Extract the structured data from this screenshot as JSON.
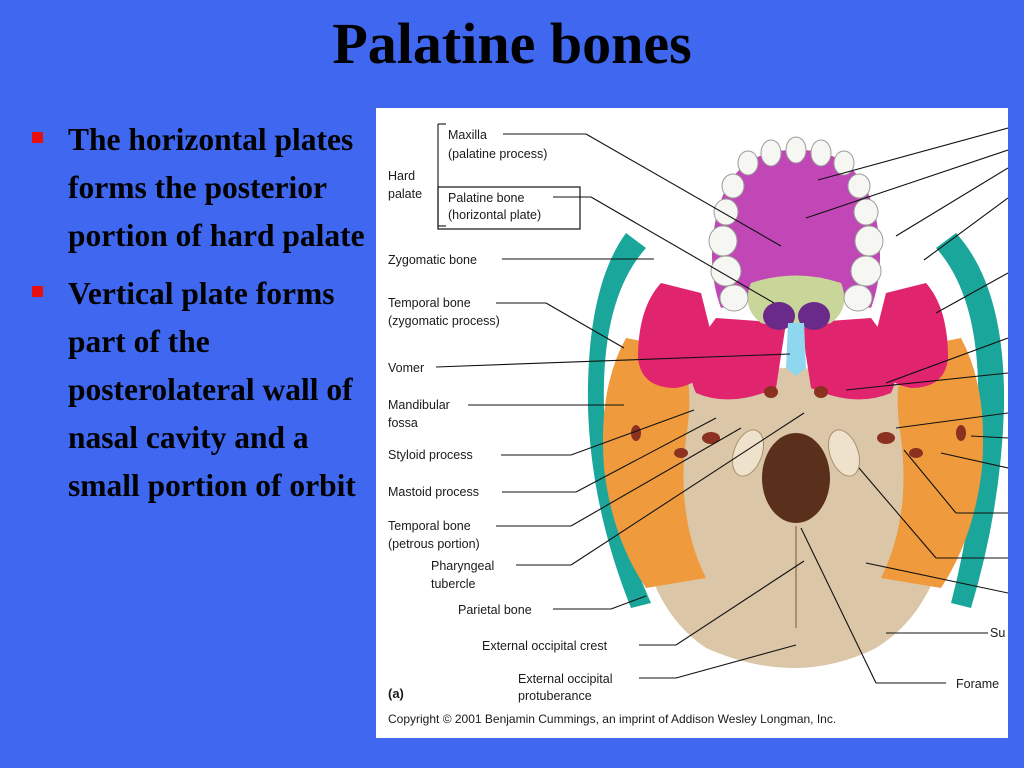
{
  "slide": {
    "title": "Palatine bones",
    "bullets": [
      "The horizontal plates forms the posterior portion of hard palate",
      "Vertical plate forms part of the posterolateral wall of nasal cavity and a small portion of orbit"
    ]
  },
  "figure": {
    "group_label_line1": "Hard",
    "group_label_line2": "palate",
    "labels": {
      "maxilla_1": "Maxilla",
      "maxilla_2": "(palatine process)",
      "palatine_1": "Palatine bone",
      "palatine_2": "(horizontal plate)",
      "zygomatic": "Zygomatic bone",
      "temporal_zyg_1": "Temporal bone",
      "temporal_zyg_2": "(zygomatic process)",
      "vomer": "Vomer",
      "mandibular_1": "Mandibular",
      "mandibular_2": "fossa",
      "styloid": "Styloid process",
      "mastoid": "Mastoid process",
      "temporal_pet_1": "Temporal bone",
      "temporal_pet_2": "(petrous portion)",
      "pharyngeal_1": "Pharyngeal",
      "pharyngeal_2": "tubercle",
      "parietal": "Parietal bone",
      "ext_crest": "External occipital crest",
      "ext_prot_1": "External occipital",
      "ext_prot_2": "protuberance",
      "right_su": "Su",
      "right_forame": "Forame"
    },
    "panel_letter": "(a)",
    "copyright": "Copyright © 2001 Benjamin Cummings, an imprint of Addison Wesley Longman, Inc."
  }
}
